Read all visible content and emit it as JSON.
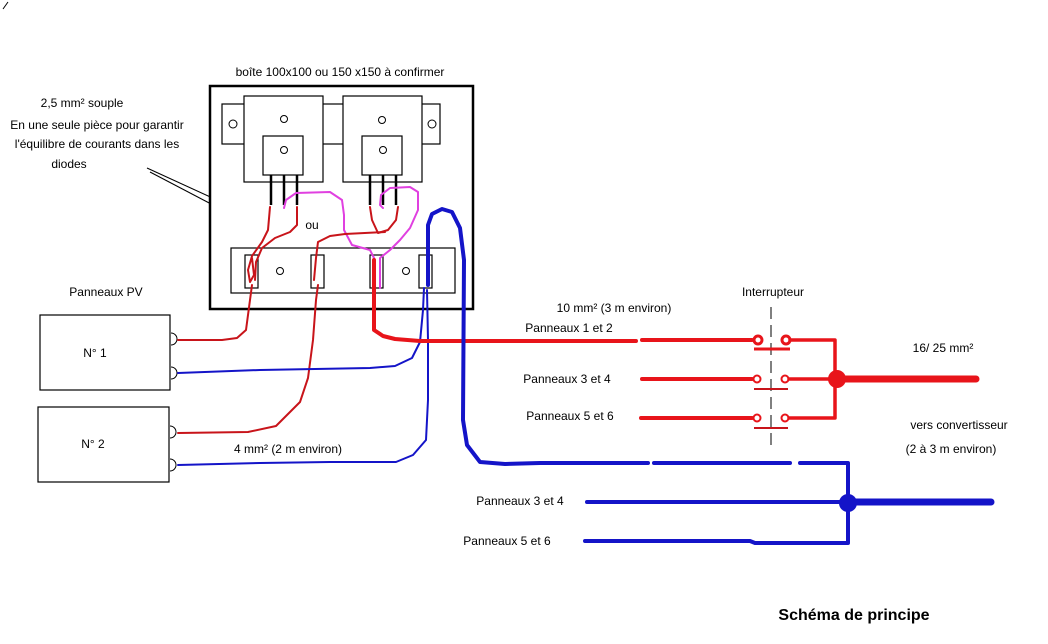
{
  "diagram": {
    "title": "Schéma de principe",
    "box_label": "boîte 100x100 ou 150 x150 à confirmer",
    "annotation": {
      "line1": "2,5 mm² souple",
      "line2": "En une seule pièce pour garantir",
      "line3": "l'équilibre de courants dans les",
      "line4": "diodes"
    },
    "ou_label": "ou",
    "pv_panels": {
      "heading": "Panneaux  PV",
      "panel1": "N° 1",
      "panel2": "N° 2"
    },
    "cable_4mm": "4 mm²  (2 m environ)",
    "cable_10mm": "10 mm²    (3 m environ)",
    "switch_label": "Interrupteur",
    "red_lines": {
      "line1": "Panneaux 1 et 2",
      "line2": "Panneaux 3 et 4",
      "line3": "Panneaux 5 et 6"
    },
    "blue_lines": {
      "line2": "Panneaux 3 et 4",
      "line3": "Panneaux 5 et 6"
    },
    "output_cable": "16/ 25 mm²",
    "converter": {
      "line1": "vers convertisseur",
      "line2": "(2 à 3 m environ)"
    },
    "colors": {
      "positive": "#e8141a",
      "negative": "#1414c8",
      "bridge": "#e040e0"
    }
  }
}
